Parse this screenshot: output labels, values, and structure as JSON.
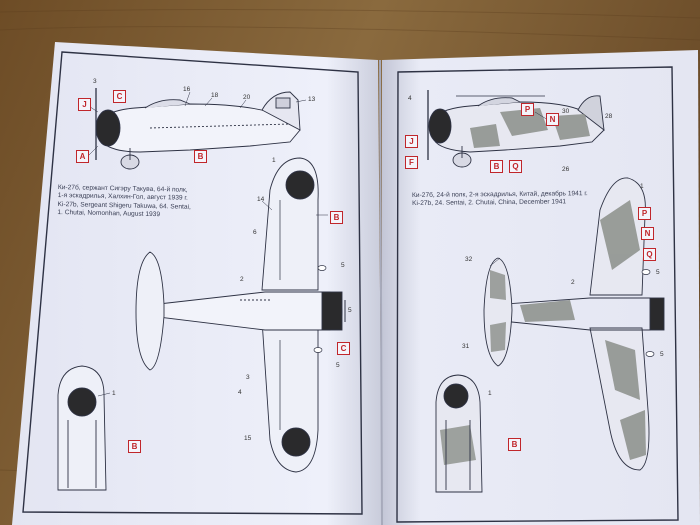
{
  "left_page": {
    "caption_lines": [
      "Ки-27б, сержант Сигэру Такува, 64-й полк,",
      "1-я эскадрилья, Халхин-Гол, август 1939 г.",
      "Ki-27b, Sergeant Shigeru Takuwa, 64. Sentai,",
      "1. Chutai, Nomonhan, August 1939"
    ],
    "side_view": {
      "letters": [
        "J",
        "C",
        "A",
        "B"
      ],
      "numbers": [
        "3",
        "16",
        "18",
        "20",
        "13"
      ]
    },
    "top_view": {
      "letters": [
        "B",
        "C"
      ],
      "numbers": [
        "1",
        "14",
        "6",
        "5",
        "2",
        "5",
        "5",
        "4",
        "3",
        "15"
      ]
    },
    "tail_view": {
      "letters": [
        "B"
      ],
      "numbers": [
        "1"
      ]
    }
  },
  "right_page": {
    "caption_lines": [
      "Ки-27б, 24-й полк, 2-я эскадрилья, Китай, декабрь 1941 г.",
      "Ki-27b, 24. Sentai, 2. Chutai, China, December 1941"
    ],
    "side_view": {
      "letters": [
        "P",
        "N",
        "J",
        "F",
        "B",
        "Q"
      ],
      "numbers": [
        "4",
        "30",
        "28",
        "26"
      ]
    },
    "top_view": {
      "letters": [
        "P",
        "N",
        "Q"
      ],
      "numbers": [
        "32",
        "1",
        "5",
        "2",
        "31",
        "5"
      ]
    },
    "tail_view": {
      "letters": [
        "B"
      ],
      "numbers": [
        "1"
      ]
    }
  },
  "colors": {
    "table": "#7a5a32",
    "paper": "#eceef8",
    "line": "#2e3244",
    "marker_red": "#c0262b",
    "hinomaru": "#2a2a2c",
    "camo_green": "#8b8f8a"
  }
}
